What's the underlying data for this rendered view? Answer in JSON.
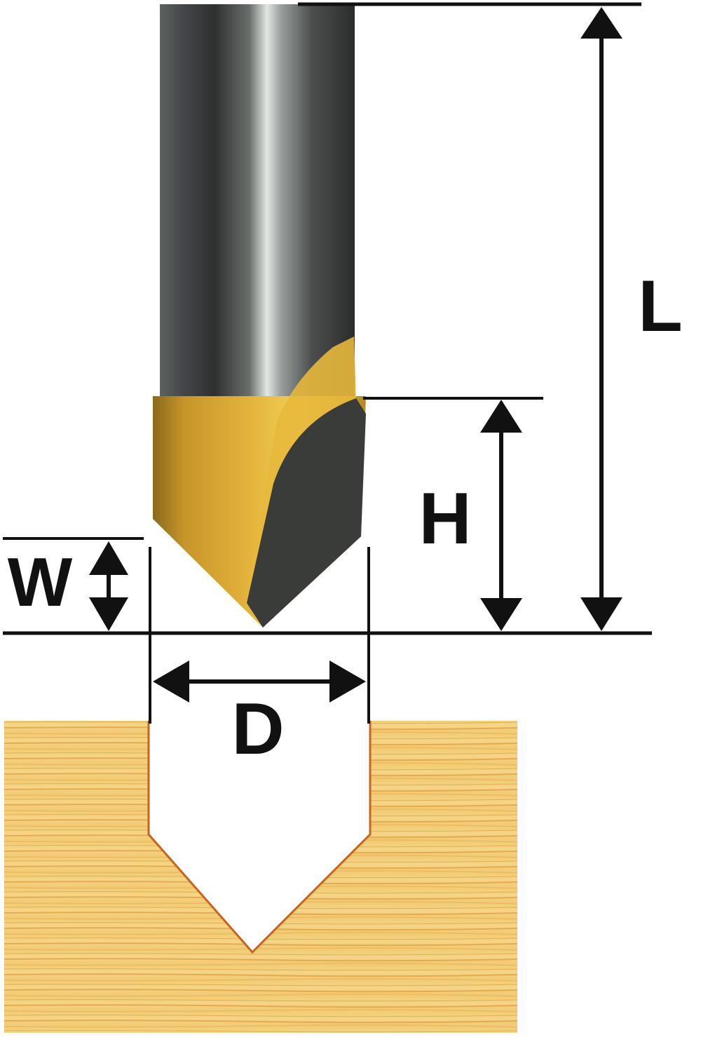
{
  "dimensions": {
    "L": "L",
    "H": "H",
    "W": "W",
    "D": "D"
  },
  "icons": {
    "router_bit": "v-groove-router-bit",
    "workpiece": "wood-block-with-v-groove"
  },
  "colors": {
    "line": "#111111",
    "shank_dark": "#3a3c3b",
    "shank_light": "#c9cfcc",
    "cutter_gold": "#d9a528",
    "carbide": "#3d3f3c",
    "wood_light": "#f3cf7e",
    "wood_grain": "#d9962f"
  }
}
